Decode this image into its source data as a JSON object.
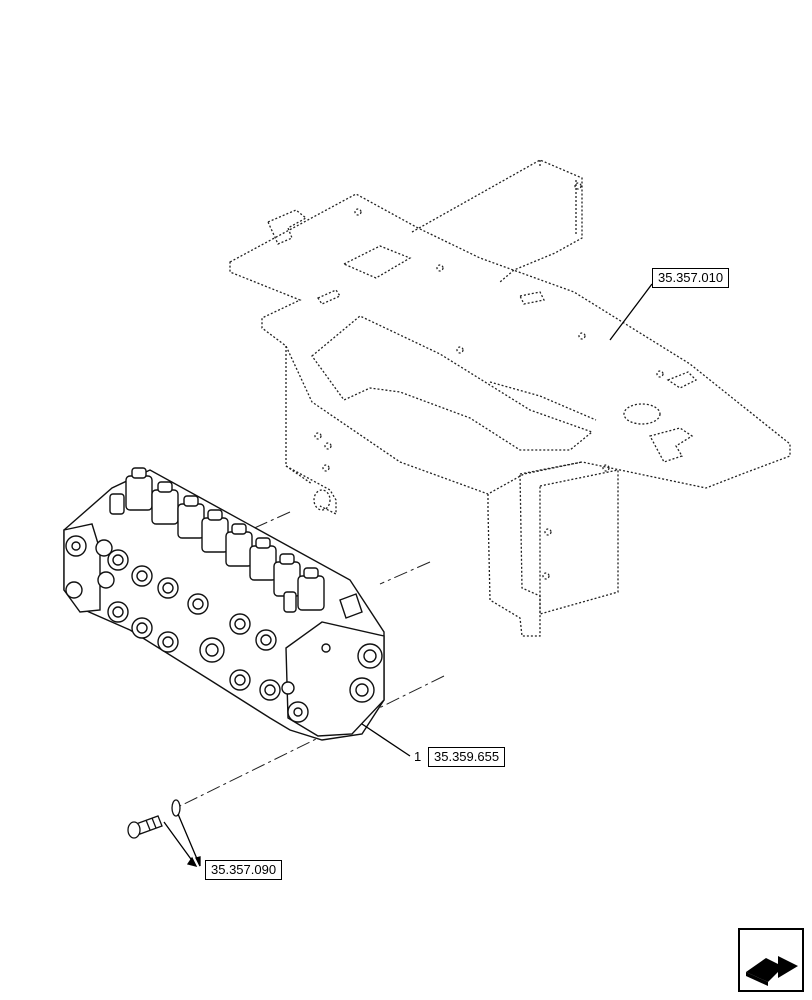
{
  "callouts": {
    "frame_ref": "35.357.010",
    "valve_ref": "35.359.655",
    "valve_item": "1",
    "bolt_ref": "35.357.090"
  },
  "icons": {
    "nav": "next-page-arrow-icon"
  }
}
